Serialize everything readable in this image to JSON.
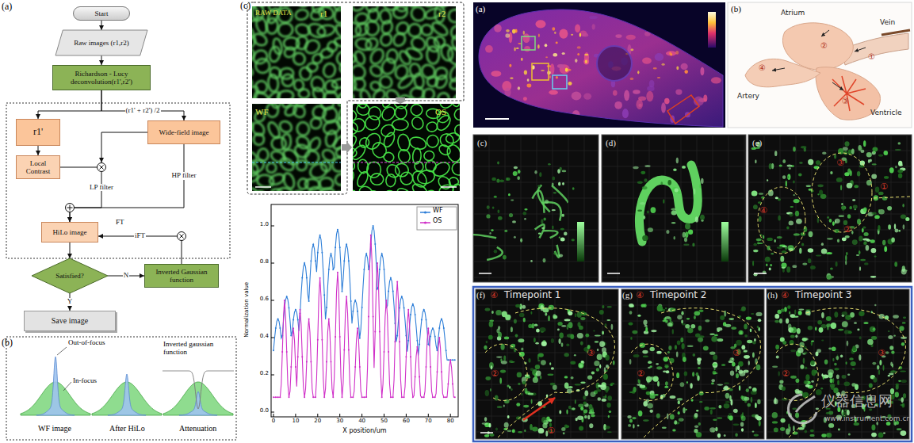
{
  "diagram": {
    "nodes": [
      {
        "text": [
          "Start"
        ]
      },
      {
        "text": [
          "Raw images (r1,r2)"
        ]
      },
      {
        "text": [
          "Richardson - Lucy deconvolution(r1',r2')"
        ]
      },
      {
        "text": [
          "r1'"
        ]
      },
      {
        "text": [
          "Wide-field image"
        ]
      },
      {
        "text": [
          "Local Contrast"
        ]
      },
      {
        "text": [
          "HiLo image"
        ]
      },
      {
        "text": [
          "Inverted Gaussian function"
        ]
      },
      {
        "text": [
          "Satisfied?"
        ]
      },
      {
        "text": [
          "Save image"
        ]
      }
    ],
    "edges": [
      {
        "from": 0,
        "to": 1,
        "arrow": "to"
      },
      {
        "from": 1,
        "to": 2,
        "arrow": "to"
      },
      {
        "from": 2,
        "to": 3,
        "arrow": "to"
      },
      {
        "from": 2,
        "to": 4,
        "label": "(r1' + r2') /2",
        "arrow": "to"
      },
      {
        "from": 3,
        "to": 5,
        "arrow": "to"
      },
      {
        "from": 4,
        "to": 6,
        "label": "HP filter",
        "arrow": "to"
      },
      {
        "from": 5,
        "to": 6,
        "label": "LP filter",
        "arrow": "to"
      },
      {
        "from": 6,
        "to": 8,
        "arrow": "to"
      },
      {
        "from": 8,
        "to": 7,
        "label": "N",
        "arrow": "to"
      },
      {
        "from": 7,
        "to": 6,
        "label": "iFT",
        "arrow": "to"
      },
      {
        "from": 8,
        "to": 9,
        "label": "Y",
        "arrow": "to"
      }
    ],
    "labels": [
      "(a)",
      "FT",
      "(b)",
      "Out-of-focus",
      "In-focus",
      "Inverted gaussian function",
      "WF image",
      "After HiLo",
      "Attenuation",
      "(c)",
      "RAW DATA",
      "r1",
      "r2",
      "WF",
      "OS",
      "0.0",
      "0.2",
      "0.4",
      "0.6",
      "0.8",
      "1.0",
      "0",
      "10",
      "20",
      "30",
      "40",
      "50",
      "60",
      "70",
      "80",
      "Normalization value",
      "X position/um",
      "(a)",
      "(b)",
      "Atrium",
      "Vein",
      "①",
      "②",
      "④",
      "Artery",
      "Ventricle",
      "③",
      "(c)",
      "(d)",
      "(e)",
      "③",
      "①",
      "④",
      "②",
      "(f)",
      "④",
      "Timepoint 1",
      "②",
      "③",
      "①",
      "(g)",
      "④",
      "Timepoint 2",
      "②",
      "③",
      "(h)",
      "④",
      "Timepoint 3",
      "②",
      "③",
      "仪器信息网",
      "www.instrument.com.cn"
    ],
    "legend": [
      {
        "text": "WF"
      },
      {
        "text": "OS"
      }
    ]
  }
}
